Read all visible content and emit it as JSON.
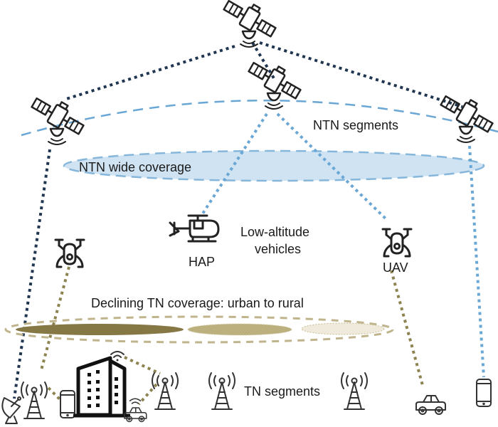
{
  "diagram": {
    "labels": {
      "ntn_segments": "NTN segments",
      "ntn_wide_coverage": "NTN wide coverage",
      "low_altitude_line1": "Low-altitude",
      "low_altitude_line2": "vehicles",
      "hap": "HAP",
      "uav": "UAV",
      "declining_tn": "Declining TN coverage: urban to rural",
      "tn_segments": "TN segments"
    },
    "colors": {
      "satellite_link": "#1f3550",
      "ntn_link": "#6aa7d4",
      "ntn_coverage_fill": "#cfe3f2",
      "ntn_coverage_stroke": "#86b6da",
      "tn_link": "#8c8350",
      "tn_coverage_stroke": "#c0b48c",
      "urban_fill": "#857845",
      "suburban_fill": "#bcb07e",
      "rural_fill": "#efeadb",
      "icon_stroke": "#222222"
    },
    "nodes": {
      "satellites": [
        "sat-top",
        "sat-middle",
        "sat-left",
        "sat-right"
      ],
      "aerial": [
        "drone-left",
        "helicopter-hap",
        "drone-uav"
      ],
      "ground": [
        "satellite-dish",
        "tower-1",
        "phone-1",
        "building",
        "car-1",
        "tower-2",
        "tower-3",
        "tower-4",
        "car-2",
        "phone-2"
      ]
    }
  }
}
